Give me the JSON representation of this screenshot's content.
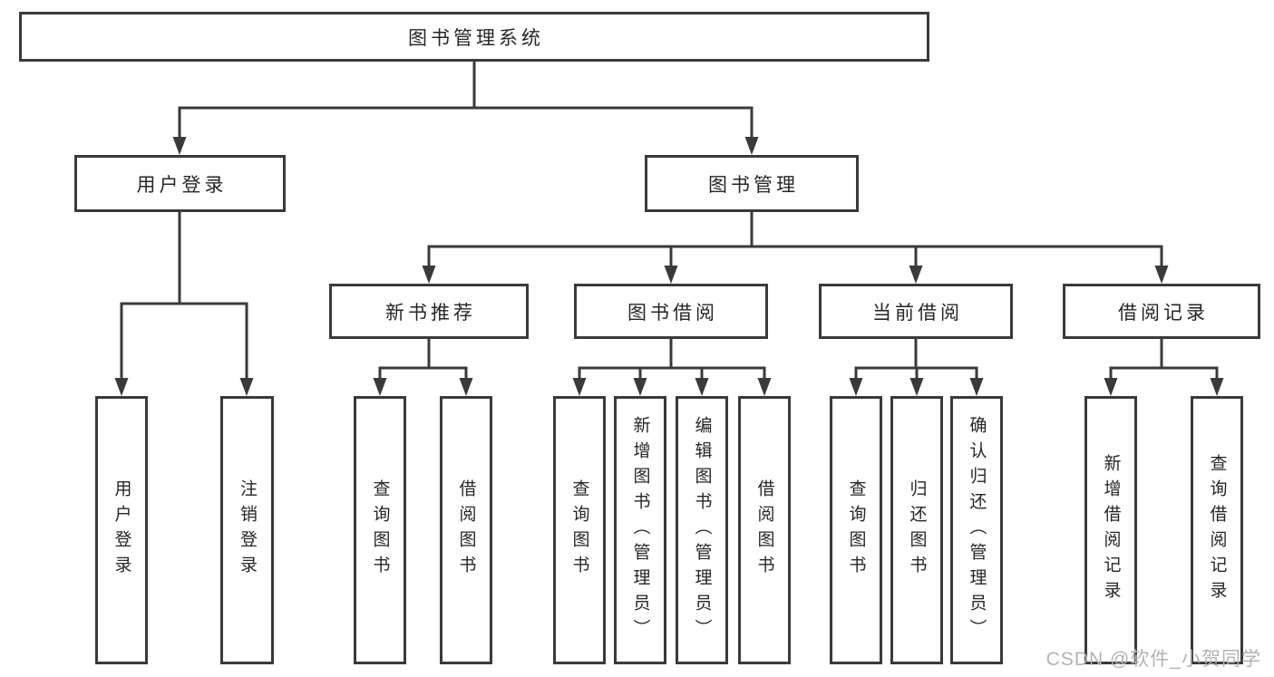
{
  "diagram": {
    "type": "org-chart",
    "root": {
      "label": "图书管理系统"
    },
    "level2": [
      {
        "id": "user-login",
        "label": "用户登录"
      },
      {
        "id": "book-management",
        "label": "图书管理"
      }
    ],
    "level3": [
      {
        "id": "new-book-recommend",
        "label": "新书推荐",
        "parent": "图书管理"
      },
      {
        "id": "book-borrowing",
        "label": "图书借阅",
        "parent": "图书管理"
      },
      {
        "id": "current-borrowing",
        "label": "当前借阅",
        "parent": "图书管理"
      },
      {
        "id": "borrowing-records",
        "label": "借阅记录",
        "parent": "图书管理"
      }
    ],
    "leaves": [
      {
        "id": "leaf-user-login",
        "label": "用户登录",
        "parent": "用户登录"
      },
      {
        "id": "leaf-logout",
        "label": "注销登录",
        "parent": "用户登录"
      },
      {
        "id": "leaf-query-books-1",
        "label": "查询图书",
        "parent": "新书推荐"
      },
      {
        "id": "leaf-borrow-books-1",
        "label": "借阅图书",
        "parent": "新书推荐"
      },
      {
        "id": "leaf-query-books-2",
        "label": "查询图书",
        "parent": "图书借阅"
      },
      {
        "id": "leaf-add-books-admin",
        "label": "新增图书（管理员）",
        "parent": "图书借阅"
      },
      {
        "id": "leaf-edit-books-admin",
        "label": "编辑图书（管理员）",
        "parent": "图书借阅"
      },
      {
        "id": "leaf-borrow-books-2",
        "label": "借阅图书",
        "parent": "图书借阅"
      },
      {
        "id": "leaf-query-books-3",
        "label": "查询图书",
        "parent": "当前借阅"
      },
      {
        "id": "leaf-return-books",
        "label": "归还图书",
        "parent": "当前借阅"
      },
      {
        "id": "leaf-confirm-return-admin",
        "label": "确认归还（管理员）",
        "parent": "当前借阅"
      },
      {
        "id": "leaf-add-borrow-record",
        "label": "新增借阅记录",
        "parent": "借阅记录"
      },
      {
        "id": "leaf-query-borrow-record",
        "label": "查询借阅记录",
        "parent": "借阅记录"
      }
    ],
    "watermark": "CSDN @软件_小贺同学",
    "colors": {
      "line": "#3a3a3a",
      "text": "#262626",
      "watermark": "#b3b3b3",
      "background": "#ffffff"
    }
  }
}
